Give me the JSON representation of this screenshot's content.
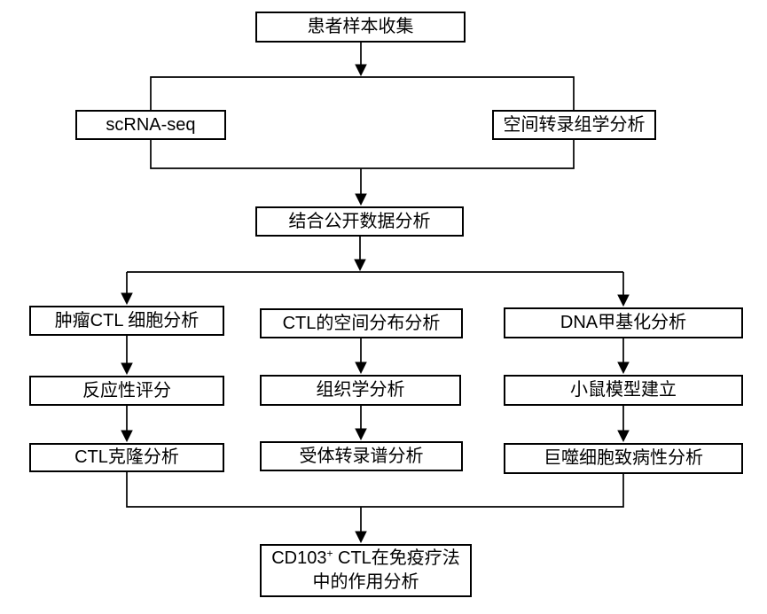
{
  "diagram": {
    "background_color": "#ffffff",
    "line_color": "#000000",
    "box_border_color": "#000000",
    "nodes": {
      "patient_sample_collection": {
        "label": "患者样本收集"
      },
      "scrna_seq": {
        "label": "scRNA-seq"
      },
      "spatial_transcriptomics": {
        "label": "空间转录组学分析"
      },
      "combined_public_data_analysis": {
        "label": "结合公开数据分析"
      },
      "tumor_ctl_cell_analysis": {
        "label": "肿瘤CTL 细胞分析"
      },
      "ctl_spatial_distribution_analysis": {
        "label": "CTL的空间分布分析"
      },
      "dna_methylation_analysis": {
        "label": "DNA甲基化分析"
      },
      "reactivity_score": {
        "label": "反应性评分"
      },
      "histology_analysis": {
        "label": "组织学分析"
      },
      "mouse_model_establishment": {
        "label": "小鼠模型建立"
      },
      "ctl_clone_analysis": {
        "label": "CTL克隆分析"
      },
      "receptor_transcriptome_analysis": {
        "label": "受体转录谱分析"
      },
      "macrophage_pathogenicity_analysis": {
        "label": "巨噬细胞致病性分析"
      },
      "final_conclusion": {
        "line1_base": "CD103",
        "line1_sup": "+",
        "line1_rest": " CTL在免疫疗法",
        "line2": "中的作用分析"
      }
    }
  }
}
